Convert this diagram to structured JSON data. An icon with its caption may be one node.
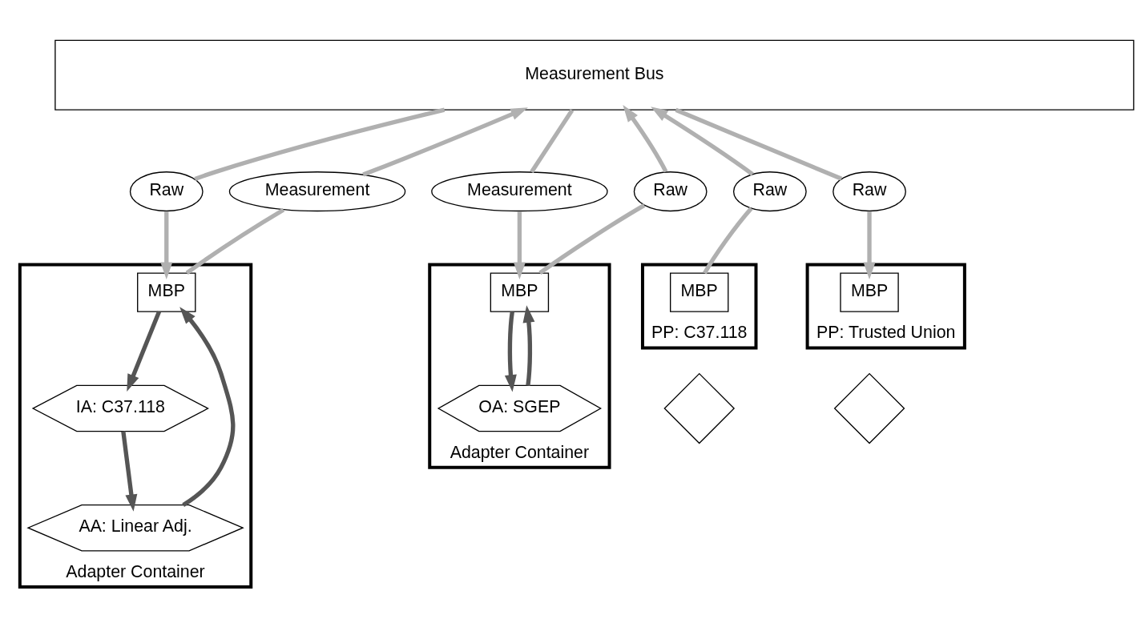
{
  "diagram": {
    "nodes": [
      {
        "text": [
          "Measurement Bus"
        ]
      },
      {
        "text": [
          "Raw"
        ]
      },
      {
        "text": [
          "Raw"
        ]
      },
      {
        "text": [
          "Measurement"
        ]
      },
      {
        "text": [
          "Measurement"
        ]
      },
      {
        "text": [
          "Raw"
        ]
      },
      {
        "text": [
          "Raw"
        ]
      },
      {
        "text": [
          "PP: C37.118"
        ]
      },
      {
        "text": [
          "MBP"
        ],
        "in": 7
      },
      {
        "text": [],
        "shape": "diamond"
      },
      {
        "text": [
          "Adapter Container"
        ]
      },
      {
        "text": [
          "MBP"
        ],
        "in": 10
      },
      {
        "text": [
          "IA: C37.118"
        ],
        "in": 10
      },
      {
        "text": [
          "AA: Linear Adj."
        ],
        "in": 10
      },
      {
        "text": [
          "Adapter Container"
        ]
      },
      {
        "text": [
          "MBP"
        ],
        "in": 14
      },
      {
        "text": [
          "OA: SGEP"
        ],
        "in": 14
      },
      {
        "text": [
          "PP: Trusted Union"
        ]
      },
      {
        "text": [
          "MBP"
        ],
        "in": 17
      },
      {
        "text": [],
        "shape": "diamond"
      }
    ],
    "edges": [
      {
        "from": 8,
        "to": 1,
        "arrow": "none"
      },
      {
        "from": 1,
        "to": 0,
        "arrow": "to"
      },
      {
        "from": 0,
        "to": 2,
        "arrow": "none"
      },
      {
        "from": 2,
        "to": 11,
        "arrow": "to"
      },
      {
        "from": 11,
        "to": 3,
        "arrow": "none"
      },
      {
        "from": 3,
        "to": 0,
        "arrow": "to"
      },
      {
        "from": 0,
        "to": 4,
        "arrow": "none"
      },
      {
        "from": 4,
        "to": 15,
        "arrow": "to"
      },
      {
        "from": 15,
        "to": 5,
        "arrow": "none"
      },
      {
        "from": 5,
        "to": 0,
        "arrow": "to"
      },
      {
        "from": 0,
        "to": 6,
        "arrow": "none"
      },
      {
        "from": 6,
        "to": 18,
        "arrow": "to"
      },
      {
        "from": 11,
        "to": 12,
        "arrow": "to",
        "color": "#555555"
      },
      {
        "from": 12,
        "to": 13,
        "arrow": "to",
        "color": "#555555"
      },
      {
        "from": 13,
        "to": 11,
        "arrow": "to",
        "color": "#555555"
      },
      {
        "from": 15,
        "to": 16,
        "arrow": "to",
        "color": "#555555"
      },
      {
        "from": 16,
        "to": 15,
        "arrow": "to",
        "color": "#555555"
      }
    ]
  }
}
